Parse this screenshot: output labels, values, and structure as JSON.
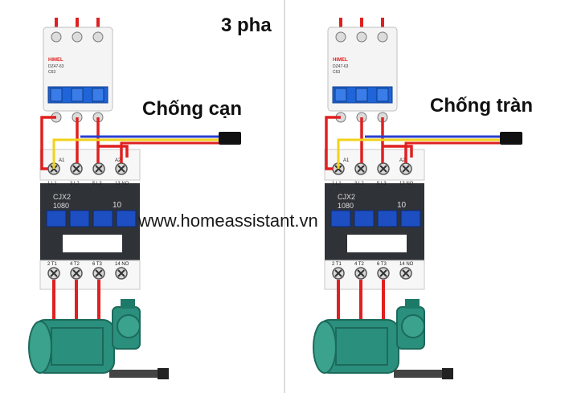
{
  "title": "3 pha",
  "watermark_url": "www.homeassistant.vn",
  "panels": [
    {
      "label": "Chống cạn",
      "breaker": {
        "brand": "HIMEL",
        "model": "DZ47-63",
        "rating": "C63"
      },
      "contactor": {
        "model": "CJX2",
        "code": "1080",
        "number": "10",
        "top_terminals": [
          "1 L1",
          "3 L2",
          "5 L3",
          "13 NO"
        ],
        "coil_terminals": [
          "A1",
          "A2"
        ],
        "bottom_terminals": [
          "2 T1",
          "4 T2",
          "6 T3",
          "14 NO"
        ]
      }
    },
    {
      "label": "Chống tràn",
      "breaker": {
        "brand": "HIMEL",
        "model": "DZ47-63",
        "rating": "C63"
      },
      "contactor": {
        "model": "CJX2",
        "code": "1080",
        "number": "10",
        "top_terminals": [
          "1 L1",
          "3 L2",
          "5 L3",
          "13 NO"
        ],
        "coil_terminals": [
          "A1",
          "A2"
        ],
        "bottom_terminals": [
          "2 T1",
          "4 T2",
          "6 T3",
          "14 NO"
        ]
      }
    }
  ],
  "colors": {
    "wire_red": "#e02020",
    "wire_yellow": "#f2d21a",
    "wire_blue": "#2a3fd0",
    "contactor_body": "#2f3337",
    "contactor_buttons": "#1d4fc2",
    "breaker_handle": "#1f64d8",
    "motor_green": "#2a8f7c",
    "divider": "#dddddd"
  },
  "icons": [
    "breaker-icon",
    "contactor-icon",
    "pump-motor-icon",
    "float-switch-icon"
  ]
}
